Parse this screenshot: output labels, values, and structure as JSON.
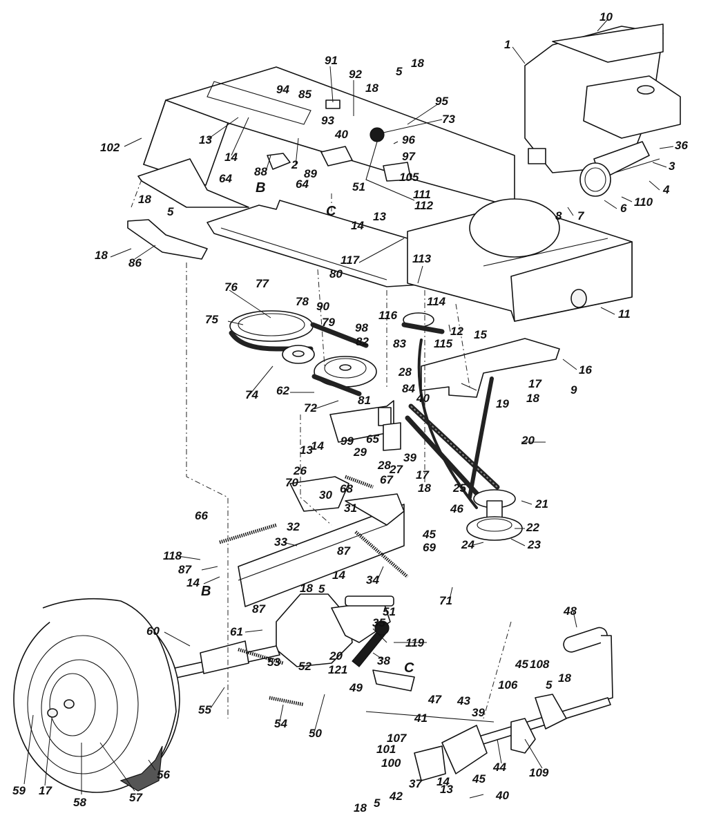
{
  "diagram": {
    "type": "exploded-parts-diagram",
    "subject": "Riding mower chassis, engine, drive belts, transaxle and pedal linkage",
    "reference_letters": [
      "B",
      "C"
    ],
    "callouts": [
      {
        "id": "c10",
        "label": "10",
        "part": "engine-shroud"
      },
      {
        "id": "c1",
        "label": "1",
        "part": "engine"
      },
      {
        "id": "c91",
        "label": "91",
        "part": "bracket"
      },
      {
        "id": "c92",
        "label": "92",
        "part": "bolt"
      },
      {
        "id": "c5a",
        "label": "5",
        "part": "washer"
      },
      {
        "id": "c18a",
        "label": "18",
        "part": "nut"
      },
      {
        "id": "c18b",
        "label": "18",
        "part": "nut"
      },
      {
        "id": "c94",
        "label": "94",
        "part": "screw"
      },
      {
        "id": "c85",
        "label": "85",
        "part": "bracket"
      },
      {
        "id": "c95",
        "label": "95",
        "part": "spring"
      },
      {
        "id": "c73",
        "label": "73",
        "part": "knob"
      },
      {
        "id": "c93",
        "label": "93",
        "part": "screw"
      },
      {
        "id": "c40a",
        "label": "40",
        "part": "bolt"
      },
      {
        "id": "c96",
        "label": "96",
        "part": "bolt"
      },
      {
        "id": "c97",
        "label": "97",
        "part": "washer"
      },
      {
        "id": "c36",
        "label": "36",
        "part": "clip"
      },
      {
        "id": "c102",
        "label": "102",
        "part": "bolt"
      },
      {
        "id": "c13a",
        "label": "13",
        "part": "nut"
      },
      {
        "id": "c14a",
        "label": "14",
        "part": "washer"
      },
      {
        "id": "c88",
        "label": "88",
        "part": "switch"
      },
      {
        "id": "c2",
        "label": "2",
        "part": "screw"
      },
      {
        "id": "c89",
        "label": "89",
        "part": "bracket"
      },
      {
        "id": "c105",
        "label": "105",
        "part": "plate"
      },
      {
        "id": "c3",
        "label": "3",
        "part": "washer"
      },
      {
        "id": "c4",
        "label": "4",
        "part": "nut"
      },
      {
        "id": "c110",
        "label": "110",
        "part": "muffler-pipe"
      },
      {
        "id": "c6",
        "label": "6",
        "part": "muffler"
      },
      {
        "id": "c7",
        "label": "7",
        "part": "fitting"
      },
      {
        "id": "c8",
        "label": "8",
        "part": "plug"
      },
      {
        "id": "c64a",
        "label": "64",
        "part": "bolt"
      },
      {
        "id": "c64b",
        "label": "64",
        "part": "bolt"
      },
      {
        "id": "cB1",
        "label": "B",
        "part": "reference"
      },
      {
        "id": "c51a",
        "label": "51",
        "part": "lever-rod"
      },
      {
        "id": "c18c",
        "label": "18",
        "part": "nut"
      },
      {
        "id": "c5b",
        "label": "5",
        "part": "washer"
      },
      {
        "id": "cC1",
        "label": "C",
        "part": "reference"
      },
      {
        "id": "c111",
        "label": "111",
        "part": "nut"
      },
      {
        "id": "c112",
        "label": "112",
        "part": "washer"
      },
      {
        "id": "c13b",
        "label": "13",
        "part": "nut"
      },
      {
        "id": "c14b",
        "label": "14",
        "part": "washer"
      },
      {
        "id": "c18d",
        "label": "18",
        "part": "nut"
      },
      {
        "id": "c86",
        "label": "86",
        "part": "bracket"
      },
      {
        "id": "c117",
        "label": "117",
        "part": "bracket"
      },
      {
        "id": "c113",
        "label": "113",
        "part": "nut"
      },
      {
        "id": "c76",
        "label": "76",
        "part": "washer"
      },
      {
        "id": "c77",
        "label": "77",
        "part": "nut"
      },
      {
        "id": "c80",
        "label": "80",
        "part": "nut"
      },
      {
        "id": "c90",
        "label": "90",
        "part": "washer"
      },
      {
        "id": "c78",
        "label": "78",
        "part": "bolt"
      },
      {
        "id": "c116",
        "label": "116",
        "part": "bolt"
      },
      {
        "id": "c114",
        "label": "114",
        "part": "idler-pulley"
      },
      {
        "id": "c12",
        "label": "12",
        "part": "bolt"
      },
      {
        "id": "c15",
        "label": "15",
        "part": "screw"
      },
      {
        "id": "c11",
        "label": "11",
        "part": "frame"
      },
      {
        "id": "c75",
        "label": "75",
        "part": "pulley"
      },
      {
        "id": "c79",
        "label": "79",
        "part": "belt"
      },
      {
        "id": "c98",
        "label": "98",
        "part": "shaft"
      },
      {
        "id": "c82",
        "label": "82",
        "part": "pulley"
      },
      {
        "id": "c115",
        "label": "115",
        "part": "bolt"
      },
      {
        "id": "c83",
        "label": "83",
        "part": "spacer"
      },
      {
        "id": "c16",
        "label": "16",
        "part": "bracket"
      },
      {
        "id": "c9",
        "label": "9",
        "part": "screw"
      },
      {
        "id": "c74",
        "label": "74",
        "part": "idler-pulley"
      },
      {
        "id": "c62",
        "label": "62",
        "part": "bolt"
      },
      {
        "id": "c28a",
        "label": "28",
        "part": "bushing"
      },
      {
        "id": "c81",
        "label": "81",
        "part": "bearing"
      },
      {
        "id": "c72",
        "label": "72",
        "part": "washer"
      },
      {
        "id": "c84",
        "label": "84",
        "part": "bracket"
      },
      {
        "id": "c40b",
        "label": "40",
        "part": "bolt"
      },
      {
        "id": "c17a",
        "label": "17",
        "part": "washer"
      },
      {
        "id": "c18e",
        "label": "18",
        "part": "nut"
      },
      {
        "id": "c19",
        "label": "19",
        "part": "bolt"
      },
      {
        "id": "c20a",
        "label": "20",
        "part": "key"
      },
      {
        "id": "c99",
        "label": "99",
        "part": "bolt"
      },
      {
        "id": "c29",
        "label": "29",
        "part": "nut"
      },
      {
        "id": "c65",
        "label": "65",
        "part": "spring"
      },
      {
        "id": "c39a",
        "label": "39",
        "part": "pin"
      },
      {
        "id": "c13c",
        "label": "13",
        "part": "nut"
      },
      {
        "id": "c14c",
        "label": "14",
        "part": "washer"
      },
      {
        "id": "c28b",
        "label": "28",
        "part": "bushing"
      },
      {
        "id": "c27",
        "label": "27",
        "part": "bracket"
      },
      {
        "id": "c17b",
        "label": "17",
        "part": "washer"
      },
      {
        "id": "c18f",
        "label": "18",
        "part": "nut"
      },
      {
        "id": "c25",
        "label": "25",
        "part": "belt"
      },
      {
        "id": "c26",
        "label": "26",
        "part": "bolt"
      },
      {
        "id": "c70",
        "label": "70",
        "part": "washer"
      },
      {
        "id": "c30",
        "label": "30",
        "part": "arm"
      },
      {
        "id": "c68",
        "label": "68",
        "part": "nut"
      },
      {
        "id": "c67",
        "label": "67",
        "part": "arm"
      },
      {
        "id": "c31",
        "label": "31",
        "part": "nut"
      },
      {
        "id": "c46",
        "label": "46",
        "part": "bolt"
      },
      {
        "id": "c21",
        "label": "21",
        "part": "pulley"
      },
      {
        "id": "c66",
        "label": "66",
        "part": "spring"
      },
      {
        "id": "c32",
        "label": "32",
        "part": "washer"
      },
      {
        "id": "c22",
        "label": "22",
        "part": "washer"
      },
      {
        "id": "c24",
        "label": "24",
        "part": "bolt"
      },
      {
        "id": "c23",
        "label": "23",
        "part": "washer"
      },
      {
        "id": "c45a",
        "label": "45",
        "part": "link"
      },
      {
        "id": "c69",
        "label": "69",
        "part": "screw"
      },
      {
        "id": "c118",
        "label": "118",
        "part": "bolt"
      },
      {
        "id": "c33",
        "label": "33",
        "part": "frame-bracket"
      },
      {
        "id": "c87a",
        "label": "87",
        "part": "nut"
      },
      {
        "id": "c87b",
        "label": "87",
        "part": "nut"
      },
      {
        "id": "c14d",
        "label": "14",
        "part": "washer"
      },
      {
        "id": "c14e",
        "label": "14",
        "part": "washer"
      },
      {
        "id": "c34",
        "label": "34",
        "part": "spring"
      },
      {
        "id": "cB2",
        "label": "B",
        "part": "reference"
      },
      {
        "id": "c18g",
        "label": "18",
        "part": "nut"
      },
      {
        "id": "c5c",
        "label": "5",
        "part": "washer"
      },
      {
        "id": "c87c",
        "label": "87",
        "part": "nut"
      },
      {
        "id": "c71",
        "label": "71",
        "part": "rod"
      },
      {
        "id": "c48",
        "label": "48",
        "part": "pedal-grip"
      },
      {
        "id": "c60",
        "label": "60",
        "part": "axle"
      },
      {
        "id": "c61",
        "label": "61",
        "part": "spring-anchor"
      },
      {
        "id": "c51b",
        "label": "51",
        "part": "lever-rod"
      },
      {
        "id": "c35",
        "label": "35",
        "part": "spring"
      },
      {
        "id": "c119",
        "label": "119",
        "part": "knob"
      },
      {
        "id": "c53",
        "label": "53",
        "part": "spring"
      },
      {
        "id": "c38",
        "label": "38",
        "part": "shift-lever"
      },
      {
        "id": "c52",
        "label": "52",
        "part": "pin"
      },
      {
        "id": "c20b",
        "label": "20",
        "part": "key"
      },
      {
        "id": "c121",
        "label": "121",
        "part": "washer"
      },
      {
        "id": "cC2",
        "label": "C",
        "part": "reference"
      },
      {
        "id": "c55",
        "label": "55",
        "part": "bolt"
      },
      {
        "id": "c54",
        "label": "54",
        "part": "spring"
      },
      {
        "id": "c49",
        "label": "49",
        "part": "bracket"
      },
      {
        "id": "c106",
        "label": "106",
        "part": "spacer"
      },
      {
        "id": "c45b",
        "label": "45",
        "part": "link"
      },
      {
        "id": "c108",
        "label": "108",
        "part": "cotter-pin"
      },
      {
        "id": "c5d",
        "label": "5",
        "part": "washer"
      },
      {
        "id": "c18h",
        "label": "18",
        "part": "nut"
      },
      {
        "id": "c47",
        "label": "47",
        "part": "rod"
      },
      {
        "id": "c43",
        "label": "43",
        "part": "bolt"
      },
      {
        "id": "c41",
        "label": "41",
        "part": "plate"
      },
      {
        "id": "c39b",
        "label": "39",
        "part": "pin"
      },
      {
        "id": "c50",
        "label": "50",
        "part": "lever"
      },
      {
        "id": "c107",
        "label": "107",
        "part": "bracket"
      },
      {
        "id": "c101",
        "label": "101",
        "part": "pin"
      },
      {
        "id": "c100",
        "label": "100",
        "part": "rod"
      },
      {
        "id": "c44",
        "label": "44",
        "part": "pedal-shaft"
      },
      {
        "id": "c109",
        "label": "109",
        "part": "bracket"
      },
      {
        "id": "c45c",
        "label": "45",
        "part": "link"
      },
      {
        "id": "c37",
        "label": "37",
        "part": "spring"
      },
      {
        "id": "c14f",
        "label": "14",
        "part": "washer"
      },
      {
        "id": "c13d",
        "label": "13",
        "part": "nut"
      },
      {
        "id": "c40c",
        "label": "40",
        "part": "bolt"
      },
      {
        "id": "c42",
        "label": "42",
        "part": "bracket"
      },
      {
        "id": "c18i",
        "label": "18",
        "part": "nut"
      },
      {
        "id": "c5e",
        "label": "5",
        "part": "washer"
      },
      {
        "id": "c59",
        "label": "59",
        "part": "bolt"
      },
      {
        "id": "c17c",
        "label": "17",
        "part": "washer"
      },
      {
        "id": "c58",
        "label": "58",
        "part": "valve-stem"
      },
      {
        "id": "c57",
        "label": "57",
        "part": "rim"
      },
      {
        "id": "c56",
        "label": "56",
        "part": "tire"
      }
    ]
  }
}
